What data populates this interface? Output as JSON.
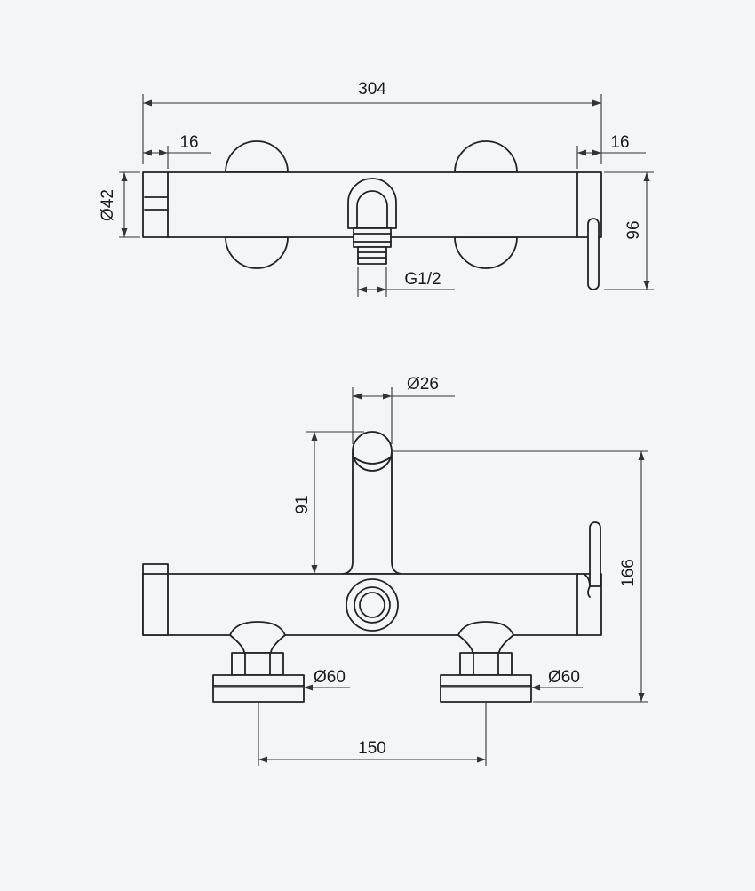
{
  "top_view": {
    "overall_length": "304",
    "left_end_length": "16",
    "right_end_length": "16",
    "body_diameter": "Ø42",
    "depth": "96",
    "thread": "G1/2"
  },
  "front_view": {
    "spout_diameter": "Ø26",
    "spout_height": "91",
    "total_height": "166",
    "left_flange_diameter": "Ø60",
    "right_flange_diameter": "Ø60",
    "center_distance": "150"
  },
  "colors": {
    "background": "#f4f5f7",
    "line": "#222222"
  }
}
